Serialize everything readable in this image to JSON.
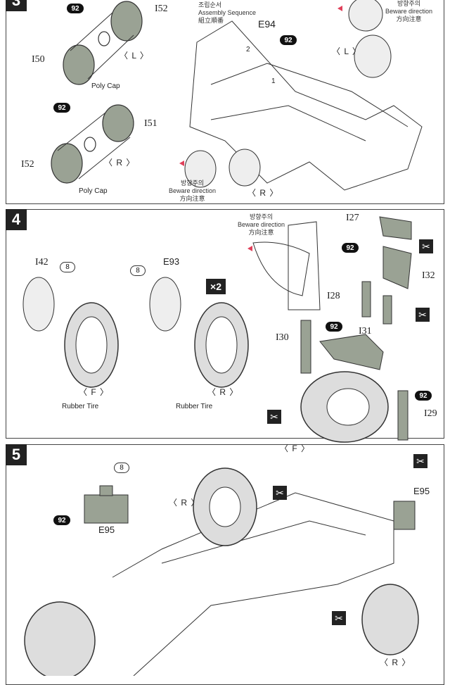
{
  "steps": [
    {
      "number": "3",
      "assembly_sequence": {
        "ko": "조립순서",
        "en": "Assembly Sequence",
        "ja": "組立順番"
      },
      "seq_numbers": [
        "1",
        "2"
      ],
      "parts": [
        "92",
        "I52",
        "I50",
        "92",
        "I51",
        "I52",
        "E94",
        "92"
      ],
      "labels": {
        "poly_cap_l": "Poly Cap",
        "poly_cap_r": "Poly Cap",
        "side_l": "〈 L 〉",
        "side_r": "〈 R 〉",
        "side_l2": "〈 L 〉",
        "side_r2": "〈 R 〉"
      },
      "direction_note": {
        "ko": "방향주의",
        "en": "Beware direction",
        "ja": "方向注意"
      }
    },
    {
      "number": "4",
      "parts": [
        "I42",
        "8",
        "8",
        "E93",
        "I27",
        "92",
        "I32",
        "I28",
        "I30",
        "92",
        "I31",
        "92",
        "I29"
      ],
      "multiplier": "×2",
      "labels": {
        "rubber_tire_f": "Rubber Tire",
        "rubber_tire_r": "Rubber Tire",
        "side_f": "〈 F 〉",
        "side_r": "〈 R 〉",
        "side_f2": "〈 F 〉"
      },
      "direction_note": {
        "ko": "방향주의",
        "en": "Beware direction",
        "ja": "方向注意"
      }
    },
    {
      "number": "5",
      "parts": [
        "8",
        "92",
        "E95",
        "E95"
      ],
      "labels": {
        "side_r": "〈 R 〉",
        "side_r2": "〈 R 〉"
      }
    }
  ],
  "icons": {
    "cement": "glue-cement-icon",
    "direction": "red-triangle-arrow-icon"
  },
  "colors": {
    "part_fill": "#9aa294",
    "step_badge": "#222222",
    "arrow": "#e0405a"
  }
}
